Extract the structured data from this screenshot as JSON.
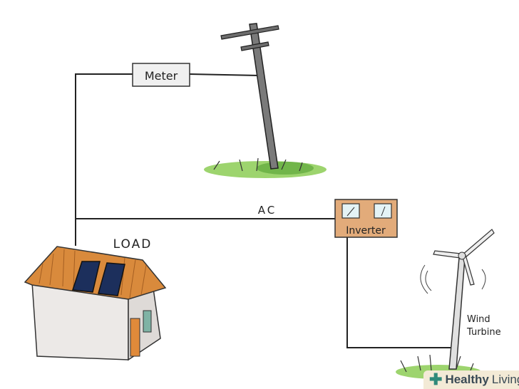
{
  "labels": {
    "meter": "Meter",
    "ac": "AC",
    "load": "LOAD",
    "inverter": "Inverter",
    "wind_turbine_line1": "Wind",
    "wind_turbine_line2": "Turbine"
  },
  "watermark": {
    "brand_bold": "Healthy",
    "brand_light": "Living"
  },
  "colors": {
    "wire": "#222222",
    "inverter": "#e2ab7a",
    "roof": "#d98a3c",
    "panel": "#1c2f5c",
    "grass": "#7cc04a",
    "wall": "#ece9e7"
  }
}
